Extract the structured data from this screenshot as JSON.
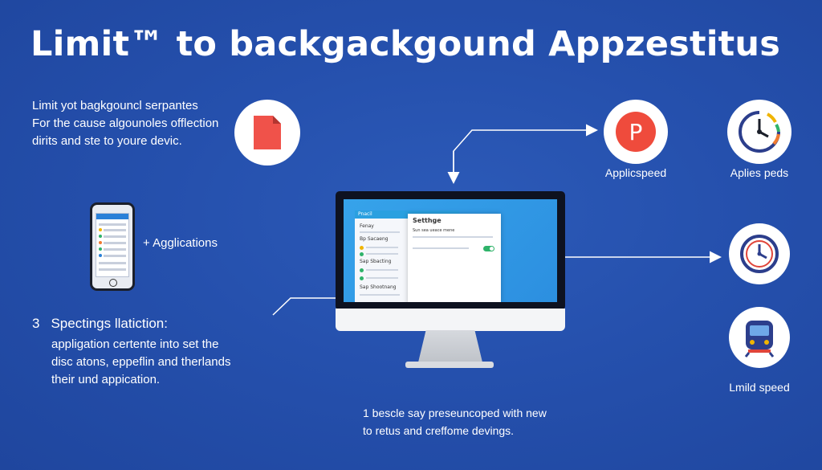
{
  "title": "Limit™ to backgackgound Appzestitus",
  "intro": {
    "heading": "Limit yot bagkgouncl serpantes",
    "line1": "For the cause algounoles offlection",
    "line2": "dirits and ste to youre devic."
  },
  "phone_caption": "+ Agglications",
  "section3": {
    "number": "3",
    "heading": "Spectings llatiction:",
    "line1": "appligation certente into set the",
    "line2": "disc atons, eppeflin and therlands",
    "line3": "their und appication."
  },
  "labels": {
    "applicspeed": "Applicspeed",
    "applies_peds": "Aplies peds",
    "limit_speed": "Lmild speed"
  },
  "p_icon_letter": "P",
  "bottom": {
    "line1": "1 bescle say preseuncoped with new",
    "line2": "to retus and creffome devings."
  },
  "screen": {
    "sidebar_title": "Pnacil",
    "item1": "Fenay",
    "item2": "Bp Sacaeng",
    "item3": "Sap Sbacting",
    "item4": "Sap Shootnang",
    "panel_title": "Setthge",
    "panel_line": "Sun sea ueace mene"
  },
  "colors": {
    "background": "#2550ad",
    "file_icon": "#f0524a",
    "p_icon": "#ef4b3c",
    "clock_ring": "#2c3e8c",
    "toggle": "#2fb36a"
  },
  "icons": [
    "file-icon",
    "p-logo-icon",
    "speed-clock-icon",
    "clock-icon",
    "train-icon",
    "phone-icon",
    "monitor-icon"
  ]
}
